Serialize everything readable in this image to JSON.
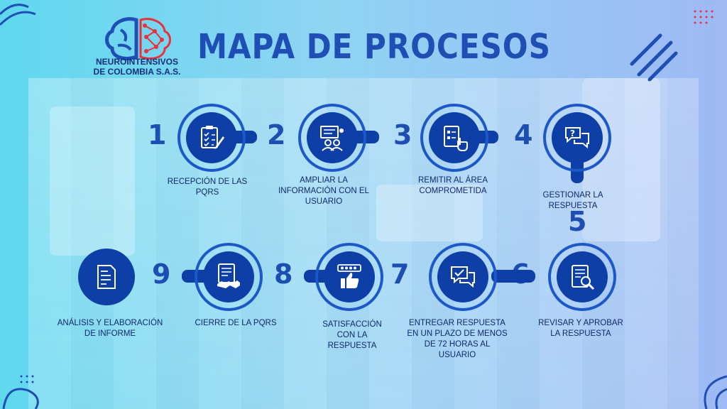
{
  "brand": {
    "line1": "NEUROINTENSIVOS",
    "line2": "DE COLOMBIA S.A.S."
  },
  "title": "MAPA DE PROCESOS",
  "steps": [
    {
      "number": "1",
      "label": "RECEPCIÓN DE LAS PQRS",
      "icon": "checklist-pen-icon"
    },
    {
      "number": "2",
      "label": "AMPLIAR LA INFORMACIÓN CON EL USUARIO",
      "icon": "presentation-people-icon"
    },
    {
      "number": "3",
      "label": "REMITIR AL ÁREA COMPROMETIDA",
      "icon": "document-hand-icon"
    },
    {
      "number": "4",
      "label": "GESTIONAR LA RESPUESTA",
      "icon": "question-chat-icon"
    },
    {
      "number": "5",
      "label": "",
      "icon": ""
    },
    {
      "number": "6",
      "label": "REVISAR Y APROBAR LA RESPUESTA",
      "icon": "document-search-icon"
    },
    {
      "number": "7",
      "label": "ENTREGAR RESPUESTA EN UN PLAZO DE MENOS DE 72 HORAS AL USUARIO",
      "icon": "check-chat-icon"
    },
    {
      "number": "8",
      "label": "SATISFACCIÓN CON LA RESPUESTA",
      "icon": "rating-thumbs-up-icon"
    },
    {
      "number": "9",
      "label": "CIERRE DE LA PQRS",
      "icon": "document-handshake-icon"
    },
    {
      "number": "",
      "label": "ANÁLISIS Y ELABORACIÓN DE INFORME",
      "icon": "report-icon"
    }
  ],
  "colors": {
    "primary": "#0d3fa7",
    "ring": "#1d58c8",
    "title": "#1f4fb5",
    "text": "#10296b",
    "brand_red": "#e8323c"
  }
}
